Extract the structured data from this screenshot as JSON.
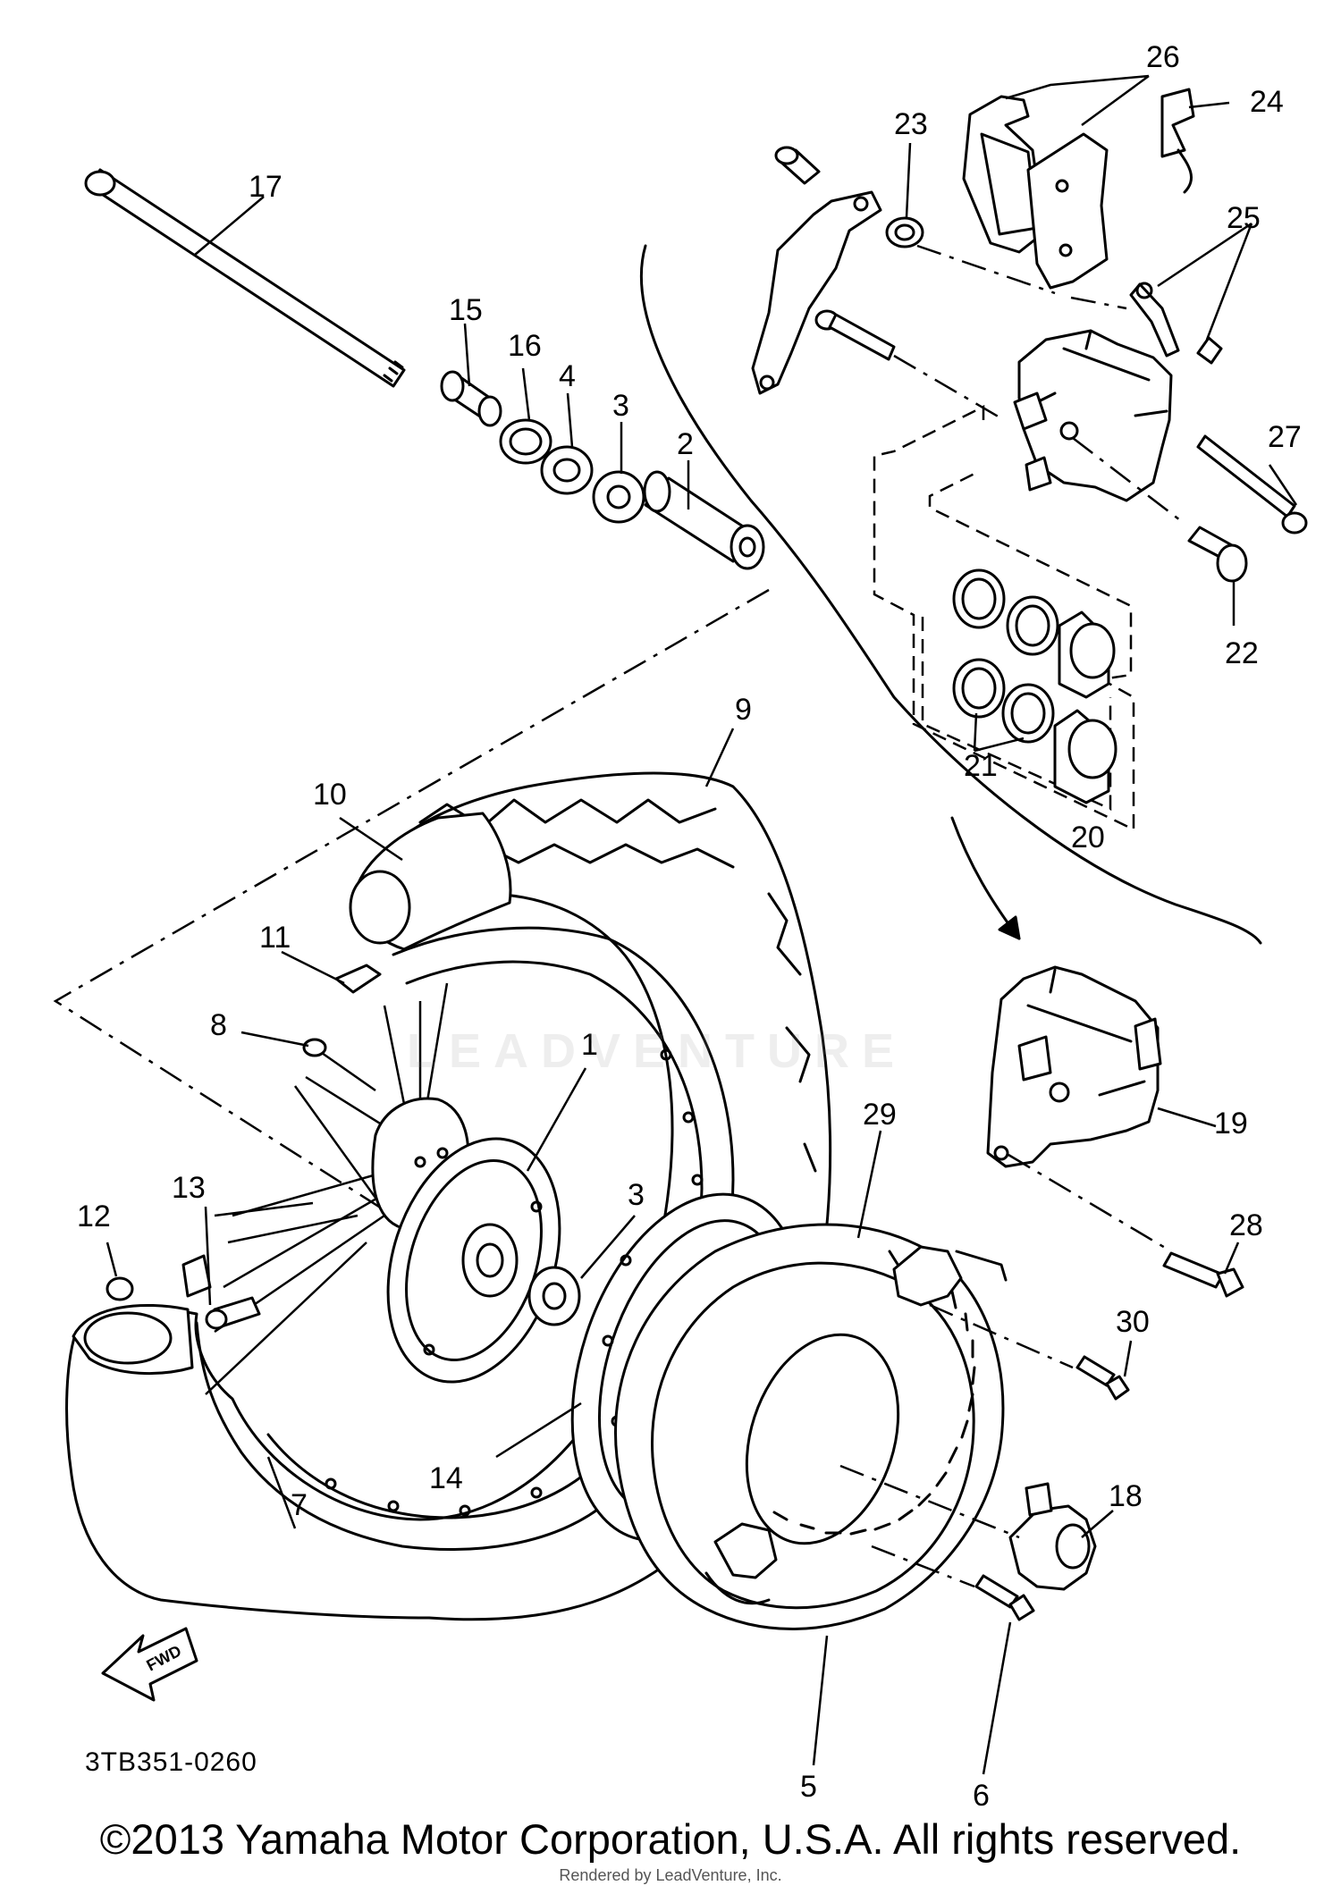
{
  "diagram": {
    "callouts": [
      "1",
      "2",
      "3",
      "3",
      "4",
      "5",
      "6",
      "7",
      "8",
      "9",
      "10",
      "11",
      "12",
      "13",
      "14",
      "15",
      "16",
      "17",
      "18",
      "19",
      "20",
      "21",
      "22",
      "23",
      "24",
      "25",
      "26",
      "27",
      "28",
      "29",
      "30"
    ],
    "fwd_label": "FWD",
    "reference_code": "3TB351-0260"
  },
  "footer": {
    "copyright": "©2013 Yamaha Motor Corporation, U.S.A. All rights reserved.",
    "rendered_by": "Rendered by LeadVenture, Inc."
  },
  "watermark": {
    "text": "LEADVENTURE"
  }
}
